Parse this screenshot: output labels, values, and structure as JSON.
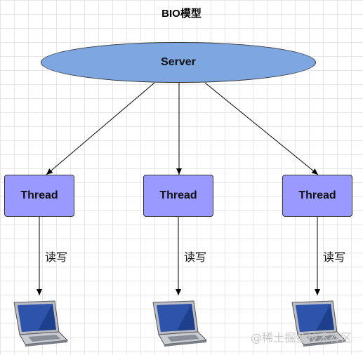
{
  "title": "BIO模型",
  "server": {
    "label": "Server"
  },
  "threads": [
    {
      "label": "Thread",
      "io_label": "读写"
    },
    {
      "label": "Thread",
      "io_label": "读写"
    },
    {
      "label": "Thread",
      "io_label": "读写"
    }
  ],
  "clients": [
    "laptop-icon",
    "laptop-icon",
    "laptop-icon"
  ],
  "watermark": "@稀土掘金技术社区",
  "colors": {
    "server_fill": "#7ea6e0",
    "thread_fill": "#9999ff",
    "stroke": "#333333"
  }
}
